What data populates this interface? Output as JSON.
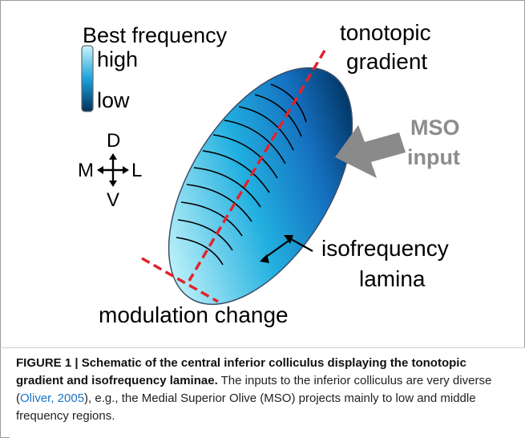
{
  "figure": {
    "legend_title": "Best frequency",
    "legend_high": "high",
    "legend_low": "low",
    "gradient_label_1": "tonotopic",
    "gradient_label_2": "gradient",
    "input_label_1": "MSO",
    "input_label_2": "input",
    "lamina_label_1": "isofrequency",
    "lamina_label_2": "lamina",
    "modulation_label": "modulation change",
    "compass": {
      "d": "D",
      "m": "M",
      "l": "L",
      "v": "V"
    },
    "colors": {
      "high": "#c9f6fb",
      "mid": "#1aa3dc",
      "low": "#00305c",
      "gradient_line": "#e2232b",
      "input_arrow": "#8a8a8a",
      "input_text": "#8c8c8c"
    }
  },
  "caption": {
    "figure_label": "FIGURE 1 | Schematic of the central inferior colliculus displaying the tonotopic gradient and isofrequency laminae.",
    "text_before_cite": " The inputs to the inferior colliculus are very diverse (",
    "citation": "Oliver, 2005",
    "text_after_cite": "), e.g., the Medial Superior Olive (MSO) projects mainly to low and middle frequency regions."
  }
}
